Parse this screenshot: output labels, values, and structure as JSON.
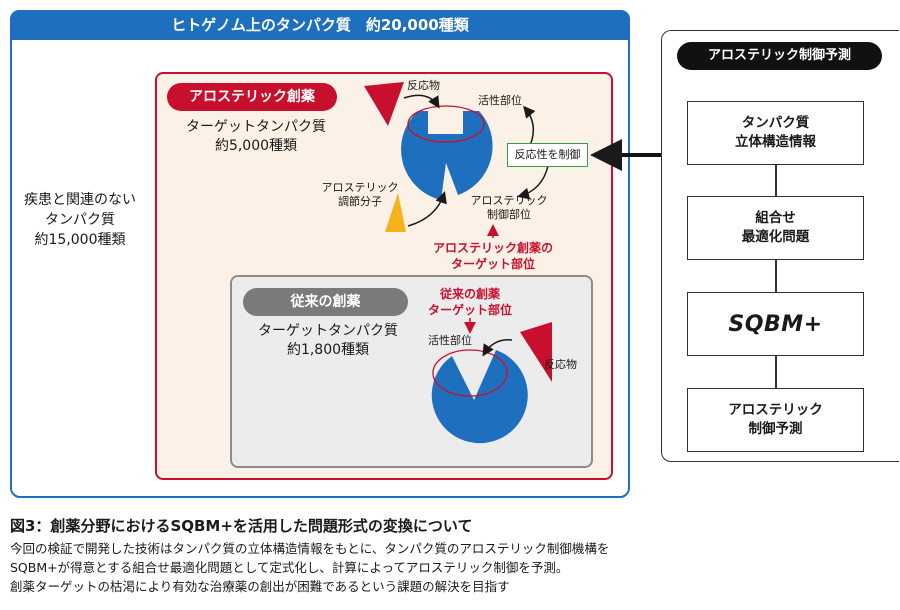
{
  "header": {
    "title": "ヒトゲノム上のタンパク質　約20,000種類"
  },
  "non_disease": {
    "line1": "疾患と関連のない",
    "line2": "タンパク質",
    "line3": "約15,000種類"
  },
  "allosteric": {
    "pill": "アロステリック創薬",
    "count_line1": "ターゲットタンパク質",
    "count_line2": "約5,000種類",
    "reactant": "反応物",
    "active_site": "活性部位",
    "modulator_line1": "アロステリック",
    "modulator_line2": "調節分子",
    "allo_site_line1": "アロステリック",
    "allo_site_line2": "制御部位",
    "target_line1": "アロステリック創薬の",
    "target_line2": "ターゲット部位",
    "control": "反応性を制御"
  },
  "conventional": {
    "pill": "従来の創薬",
    "count_line1": "ターゲットタンパク質",
    "count_line2": "約1,800種類",
    "target_line1": "従来の創薬",
    "target_line2": "ターゲット部位",
    "active_site": "活性部位",
    "reactant": "反応物"
  },
  "prediction": {
    "title": "アロステリック制御予測",
    "steps": [
      {
        "line1": "タンパク質",
        "line2": "立体構造情報"
      },
      {
        "line1": "組合せ",
        "line2": "最適化問題"
      },
      {
        "line1": "SQBM+",
        "line2": ""
      },
      {
        "line1": "アロステリック",
        "line2": "制御予測"
      }
    ]
  },
  "caption": {
    "title": "図3：創薬分野におけるSQBM+を活用した問題形式の変換について",
    "line1": "今回の検証で開発した技術はタンパク質の立体構造情報をもとに、タンパク質のアロステリック制御機構を",
    "line2": "SQBM+が得意とする組合せ最適化問題として定式化し、計算によってアロステリック制御を予測。",
    "line3": "創薬ターゲットの枯渇により有効な治療薬の創出が困難であるという課題の解決を目指す"
  },
  "colors": {
    "blue": "#1f6fbf",
    "red": "#c8102e",
    "yellow": "#f5b21b",
    "green": "#3a9a4a"
  }
}
